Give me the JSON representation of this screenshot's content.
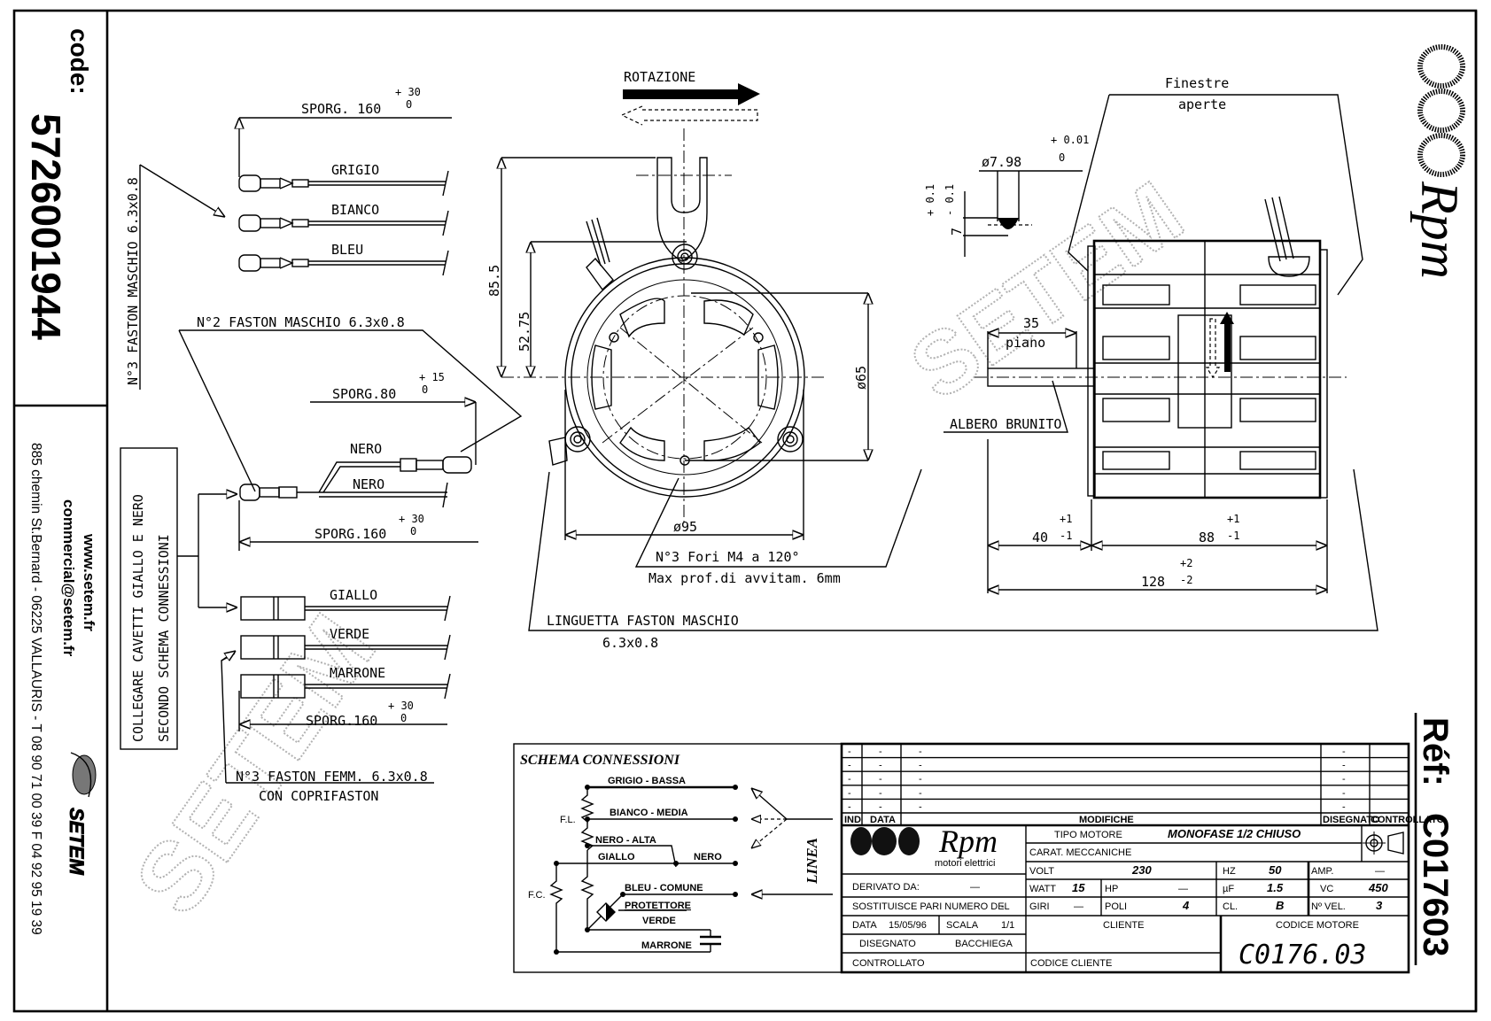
{
  "sidebar_left": {
    "code_label": "code:",
    "code_value": "5726001944",
    "website": "www.setem.fr",
    "email": "commercial@setem.fr",
    "address": "885 chemin St.Bernard  -  06225 VALLAURIS  -  T 08 90 71 00 39   F 04 92 95 19 39",
    "company_logo": "SETEM"
  },
  "sidebar_right": {
    "brand": "Rpm",
    "ref_label": "Réf:",
    "ref_value": "C017603"
  },
  "watermark": "SETEM",
  "wiring": {
    "group1": {
      "label": "N°3 FASTON MASCHIO 6.3x0.8",
      "length": "SPORG. 160",
      "tol_plus": "+ 30",
      "tol_minus": "0",
      "wires": [
        "GRIGIO",
        "BIANCO",
        "BLEU"
      ]
    },
    "group2": {
      "label": "N°2 FASTON MASCHIO 6.3x0.8",
      "length_short": "SPORG.80",
      "tol_short_plus": "+ 15",
      "tol_short_minus": "0",
      "wires": [
        "NERO",
        "NERO"
      ],
      "length": "SPORG.160",
      "tol_plus": "+ 30",
      "tol_minus": "0"
    },
    "note_line1": "COLLEGARE CAVETTI GIALLO E NERO",
    "note_line2": "SECONDO SCHEMA CONNESSIONI",
    "group3": {
      "wires": [
        "GIALLO",
        "VERDE",
        "MARRONE"
      ],
      "length": "SPORG.160",
      "tol_plus": "+ 30",
      "tol_minus": "0",
      "label_line1": "N°3 FASTON FEMM. 6.3x0.8",
      "label_line2": "CON COPRIFASTON"
    }
  },
  "front_view": {
    "rotation_label": "ROTAZIONE",
    "dim_height_total": "85.5",
    "dim_height_center": "52.75",
    "dim_bolt_circle": "ø65",
    "dim_diameter": "ø95",
    "holes_note_line1": "N°3 Fori M4 a 120°",
    "holes_note_line2": "Max prof.di avvitam. 6mm",
    "tab_note_line1": "LINGUETTA FASTON MASCHIO",
    "tab_note_line2": "6.3x0.8"
  },
  "side_view": {
    "windows_line1": "Finestre",
    "windows_line2": "aperte",
    "shaft_dia": "ø7.98",
    "shaft_dia_tol_plus": "+ 0.01",
    "shaft_dia_tol_minus": "0",
    "flat_dim": "7",
    "flat_tol_plus": "+ 0.1",
    "flat_tol_minus": "- 0.1",
    "flat_len": "35",
    "flat_label": "piano",
    "shaft_note": "ALBERO BRUNITO",
    "dim_shaft": "40",
    "dim_shaft_tol_plus": "+1",
    "dim_shaft_tol_minus": "-1",
    "dim_body": "88",
    "dim_body_tol_plus": "+1",
    "dim_body_tol_minus": "-1",
    "dim_total": "128",
    "dim_total_tol_plus": "+2",
    "dim_total_tol_minus": "-2"
  },
  "schema": {
    "title": "SCHEMA CONNESSIONI",
    "fl_label": "F.L.",
    "fc_label": "F.C.",
    "lines": {
      "grigio": "GRIGIO - BASSA",
      "bianco": "BIANCO - MEDIA",
      "nero_alta": "NERO - ALTA",
      "giallo": "GIALLO",
      "nero": "NERO",
      "bleu": "BLEU - COMUNE",
      "protettore": "PROTETTORE",
      "verde": "VERDE",
      "marrone": "MARRONE"
    },
    "linea": "LINEA"
  },
  "title_block": {
    "revisions": [
      {
        "ind": "-",
        "data": "-",
        "mod": "-",
        "dis": "-",
        "contr": ""
      },
      {
        "ind": "-",
        "data": "-",
        "mod": "-",
        "dis": "-",
        "contr": ""
      },
      {
        "ind": "-",
        "data": "-",
        "mod": "-",
        "dis": "-",
        "contr": ""
      },
      {
        "ind": "-",
        "data": "-",
        "mod": "-",
        "dis": "-",
        "contr": ""
      },
      {
        "ind": "-",
        "data": "-",
        "mod": "-",
        "dis": "-",
        "contr": ""
      }
    ],
    "headers": {
      "ind": "IND",
      "data": "DATA",
      "mod": "MODIFICHE",
      "dis": "DISEGNATO",
      "contr": "CONTROLLATO"
    },
    "logo_text": "Rpm",
    "logo_sub": "motori elettrici",
    "tipo_motore_label": "TIPO MOTORE",
    "tipo_motore_value": "MONOFASE 1/2 CHIUSO",
    "carat_label": "CARAT. MECCANICHE",
    "specs": {
      "volt_label": "VOLT",
      "volt": "230",
      "hz_label": "HZ",
      "hz": "50",
      "amp_label": "AMP.",
      "amp": "—",
      "watt_label": "WATT",
      "watt": "15",
      "hp_label": "HP",
      "hp": "—",
      "uf_label": "µF",
      "uf": "1.5",
      "vc_label": "VC",
      "vc": "450",
      "giri_label": "GIRI",
      "giri": "—",
      "poli_label": "POLI",
      "poli": "4",
      "cl_label": "CL.",
      "cl": "B",
      "nvel_label": "Nº VEL.",
      "nvel": "3"
    },
    "derivato_label": "DERIVATO DA:",
    "derivato": "—",
    "sostituisce_label": "SOSTITUISCE PARI NUMERO DEL",
    "sostituisce": "-",
    "data_label": "DATA",
    "data": "15/05/96",
    "scala_label": "SCALA",
    "scala": "1/1",
    "disegnato_label": "DISEGNATO",
    "disegnato": "BACCHIEGA",
    "controllato_label": "CONTROLLATO",
    "cliente_label": "CLIENTE",
    "codice_cliente_label": "CODICE CLIENTE",
    "codice_motore_label": "CODICE MOTORE",
    "codice_motore": "C0176.03"
  }
}
